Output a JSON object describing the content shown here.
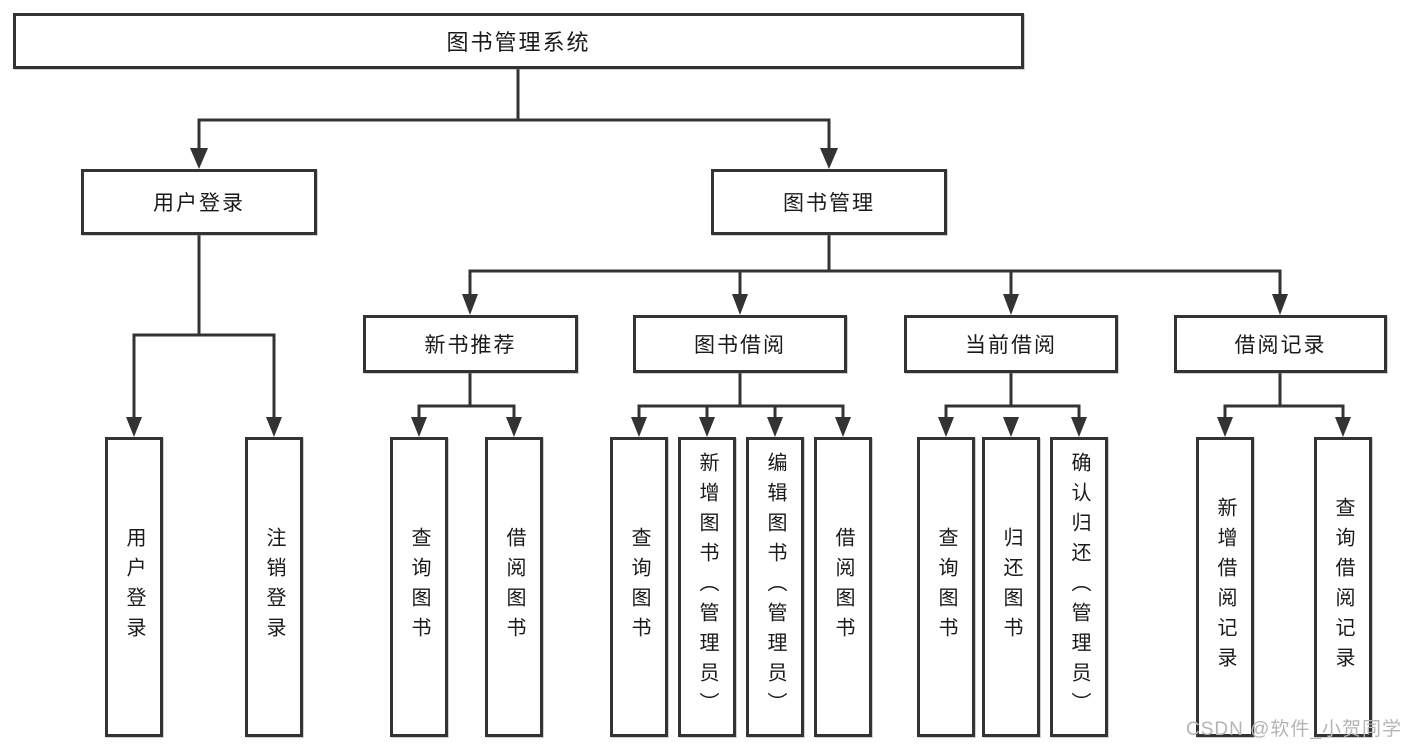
{
  "diagram": {
    "type": "tree-diagram",
    "colors": {
      "line": "#333333",
      "box_border": "#333333",
      "text": "#1a1a1a",
      "watermark": "#b5b5b5",
      "background": "#ffffff"
    },
    "nodes": {
      "root": "图书管理系统",
      "user_login": "用户登录",
      "book_mgmt": "图书管理",
      "new_book_rec": "新书推荐",
      "book_borrow": "图书借阅",
      "current_borrow": "当前借阅",
      "borrow_record": "借阅记录",
      "leaf_user_login": "用户登录",
      "leaf_logout": "注销登录",
      "leaf_query_book_1": "查询图书",
      "leaf_borrow_book_1": "借阅图书",
      "leaf_query_book_2": "查询图书",
      "leaf_add_book": "新增图书（管理员）",
      "leaf_edit_book": "编辑图书（管理员）",
      "leaf_borrow_book_2": "借阅图书",
      "leaf_query_book_3": "查询图书",
      "leaf_return_book": "归还图书",
      "leaf_confirm_return": "确认归还（管理员）",
      "leaf_add_record": "新增借阅记录",
      "leaf_query_record": "查询借阅记录"
    },
    "hierarchy": {
      "图书管理系统": {
        "用户登录": [
          "用户登录",
          "注销登录"
        ],
        "图书管理": {
          "新书推荐": [
            "查询图书",
            "借阅图书"
          ],
          "图书借阅": [
            "查询图书",
            "新增图书（管理员）",
            "编辑图书（管理员）",
            "借阅图书"
          ],
          "当前借阅": [
            "查询图书",
            "归还图书",
            "确认归还（管理员）"
          ],
          "借阅记录": [
            "新增借阅记录",
            "查询借阅记录"
          ]
        }
      }
    },
    "watermark": "CSDN @软件_小贺同学"
  }
}
